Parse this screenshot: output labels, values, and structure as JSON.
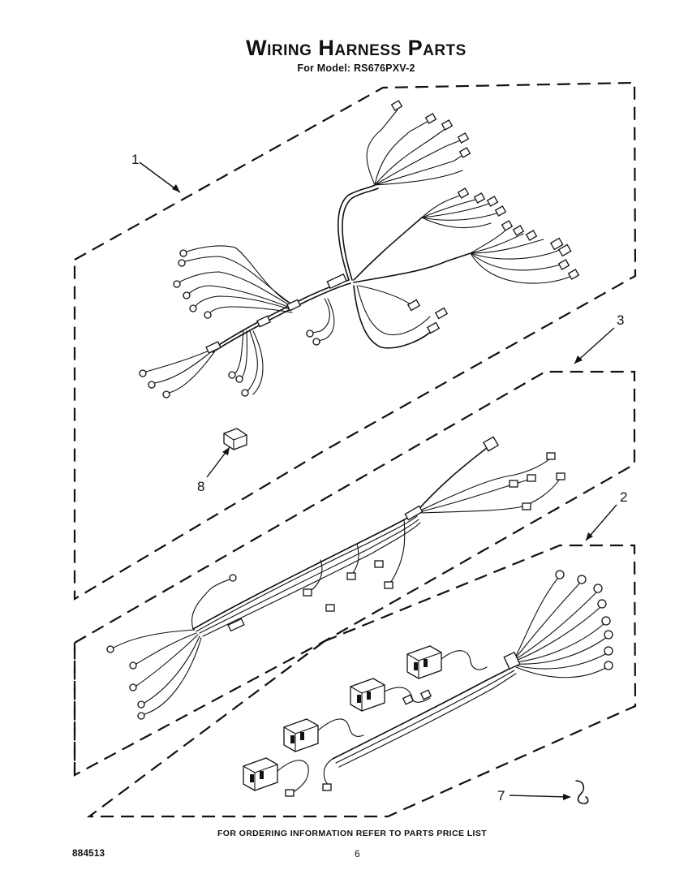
{
  "header": {
    "title": "Wiring Harness Parts",
    "model_line": "For Model: RS676PXV-2"
  },
  "callouts": {
    "part_1": "1",
    "part_2": "2",
    "part_3": "3",
    "part_7": "7",
    "part_8": "8"
  },
  "footer": {
    "ordering_note": "FOR ORDERING INFORMATION REFER TO PARTS PRICE LIST",
    "doc_number": "884513",
    "page_number": "6"
  }
}
